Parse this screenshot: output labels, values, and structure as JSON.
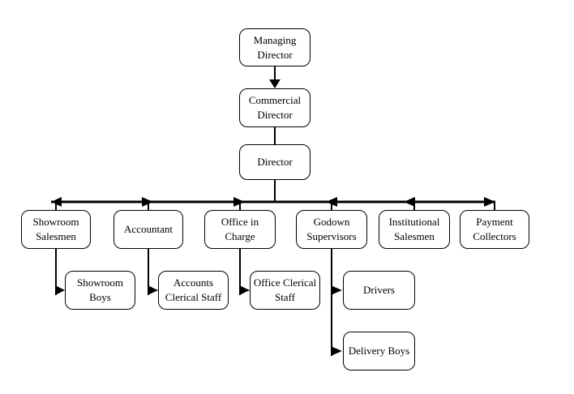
{
  "diagram": {
    "type": "org-chart",
    "background": "#ffffff",
    "line_color": "#000000",
    "box_border_color": "#000000",
    "text_color": "#000000"
  },
  "nodes": {
    "managing_director": {
      "label": "Managing Director"
    },
    "commercial_director": {
      "label": "Commercial Director"
    },
    "director": {
      "label": "Director"
    },
    "showroom_salesmen": {
      "label": "Showroom Salesmen"
    },
    "accountant": {
      "label": "Accountant"
    },
    "office_in_charge": {
      "label": "Office in Charge"
    },
    "godown_supervisors": {
      "label": "Godown Supervisors"
    },
    "institutional_salesmen": {
      "label": "Institutional Salesmen"
    },
    "payment_collectors": {
      "label": "Payment Collectors"
    },
    "showroom_boys": {
      "label": "Showroom Boys"
    },
    "accounts_clerical_staff": {
      "label": "Accounts Clerical Staff"
    },
    "office_clerical_staff": {
      "label": "Office Clerical Staff"
    },
    "drivers": {
      "label": "Drivers"
    },
    "delivery_boys": {
      "label": "Delivery Boys"
    }
  },
  "edges": [
    {
      "from": "managing_director",
      "to": "commercial_director",
      "arrow": true
    },
    {
      "from": "commercial_director",
      "to": "director",
      "arrow": false
    },
    {
      "from": "director",
      "to": "showroom_salesmen",
      "arrow": true
    },
    {
      "from": "director",
      "to": "accountant",
      "arrow": true
    },
    {
      "from": "director",
      "to": "office_in_charge",
      "arrow": true
    },
    {
      "from": "director",
      "to": "godown_supervisors",
      "arrow": true
    },
    {
      "from": "director",
      "to": "institutional_salesmen",
      "arrow": true
    },
    {
      "from": "director",
      "to": "payment_collectors",
      "arrow": true
    },
    {
      "from": "showroom_salesmen",
      "to": "showroom_boys",
      "arrow": true
    },
    {
      "from": "accountant",
      "to": "accounts_clerical_staff",
      "arrow": true
    },
    {
      "from": "office_in_charge",
      "to": "office_clerical_staff",
      "arrow": true
    },
    {
      "from": "godown_supervisors",
      "to": "drivers",
      "arrow": true
    },
    {
      "from": "godown_supervisors",
      "to": "delivery_boys",
      "arrow": true
    }
  ]
}
